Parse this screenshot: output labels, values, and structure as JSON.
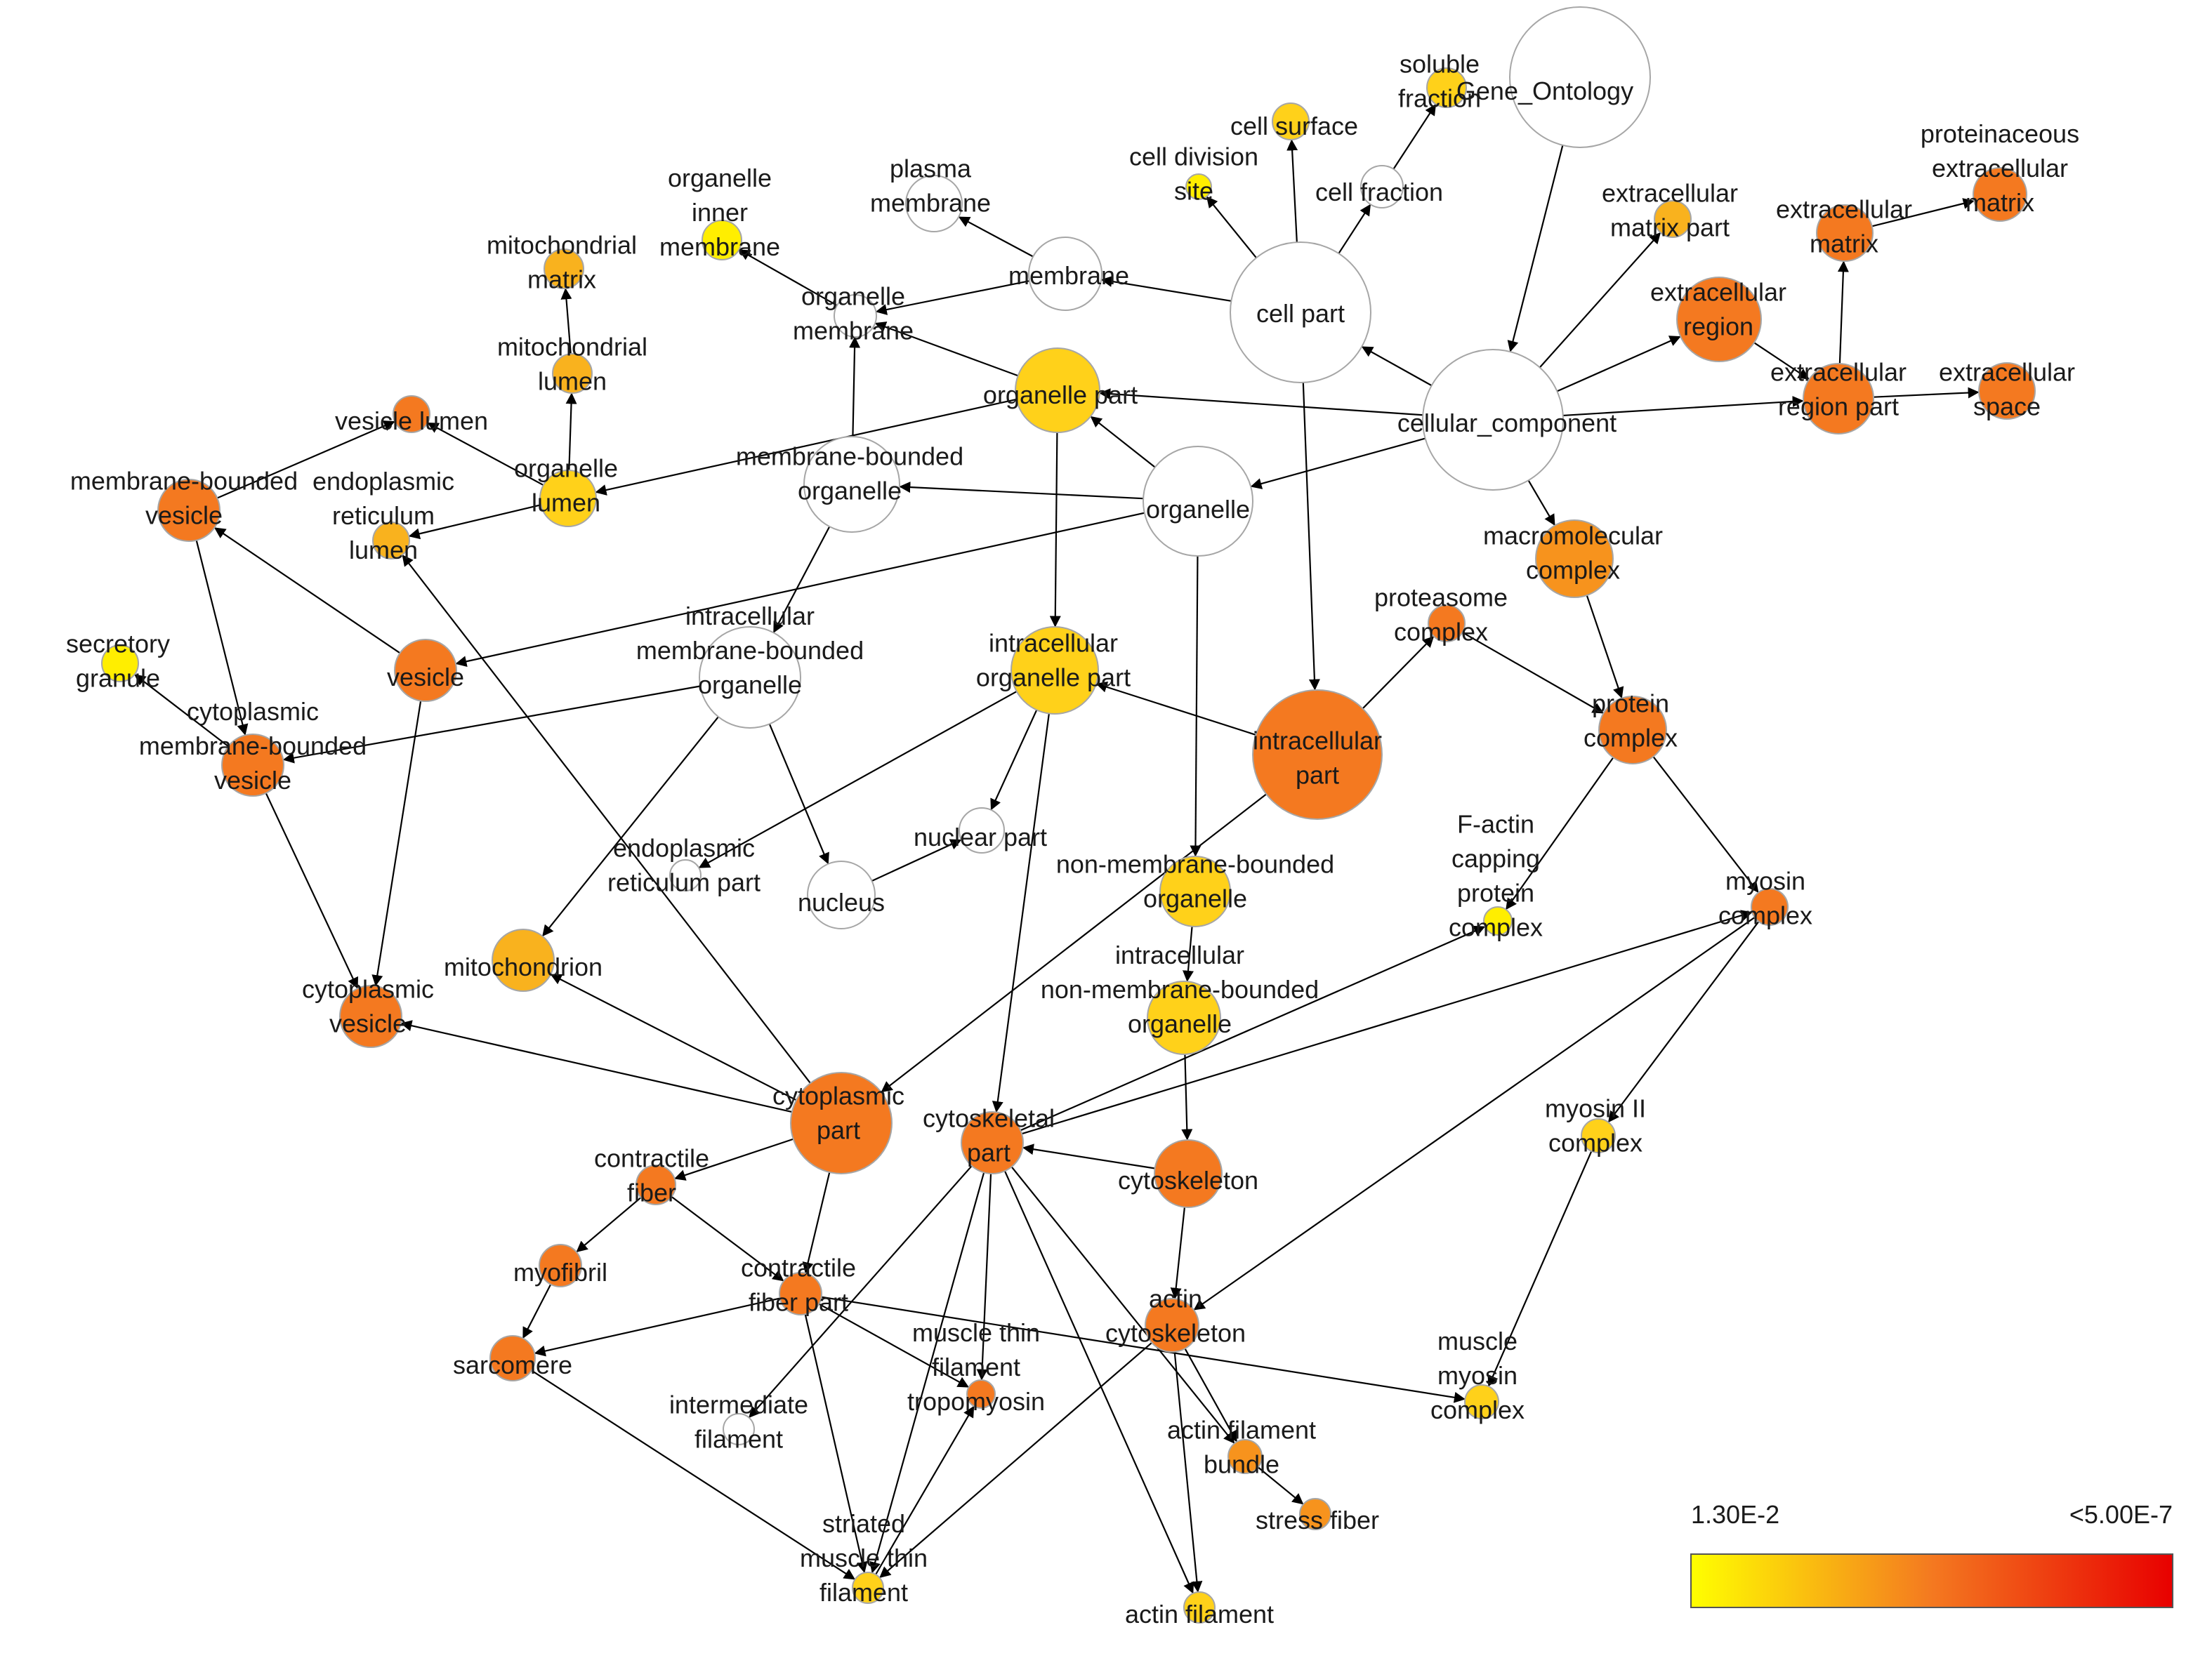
{
  "colors": {
    "none": "#ffffff",
    "yellow": "#ffee00",
    "gold": "#ffd11a",
    "amber": "#f9b21e",
    "orange": "#f7931d",
    "dark_orange": "#f47920",
    "node_border": "#a6a6a6",
    "edge": "#000000",
    "scale_low": "#ffff00",
    "scale_high": "#e80000"
  },
  "legend": {
    "min_label": "1.30E-2",
    "max_label": "<5.00E-7"
  },
  "nodes": [
    {
      "id": "gene_ontology",
      "lines": [
        "Gene_Ontology"
      ],
      "level": "none"
    },
    {
      "id": "cellular_component",
      "lines": [
        "cellular_component"
      ],
      "level": "none"
    },
    {
      "id": "cell_part",
      "lines": [
        "cell part"
      ],
      "level": "none"
    },
    {
      "id": "cell_surface",
      "lines": [
        "cell surface"
      ],
      "level": "gold"
    },
    {
      "id": "soluble_fraction",
      "lines": [
        "soluble",
        "fraction"
      ],
      "level": "gold"
    },
    {
      "id": "cell_fraction",
      "lines": [
        "cell fraction"
      ],
      "level": "none"
    },
    {
      "id": "cell_division_site",
      "lines": [
        "cell division",
        "site"
      ],
      "level": "yellow"
    },
    {
      "id": "plasma_membrane",
      "lines": [
        "plasma",
        "membrane"
      ],
      "level": "none"
    },
    {
      "id": "membrane",
      "lines": [
        "membrane"
      ],
      "level": "none"
    },
    {
      "id": "organelle_inner_membrane",
      "lines": [
        "organelle",
        "inner",
        "membrane"
      ],
      "level": "yellow"
    },
    {
      "id": "organelle_membrane",
      "lines": [
        "organelle",
        "membrane"
      ],
      "level": "none"
    },
    {
      "id": "mitochondrial_matrix",
      "lines": [
        "mitochondrial",
        "matrix"
      ],
      "level": "amber"
    },
    {
      "id": "mitochondrial_lumen",
      "lines": [
        "mitochondrial",
        "lumen"
      ],
      "level": "amber"
    },
    {
      "id": "vesicle_lumen",
      "lines": [
        "vesicle lumen"
      ],
      "level": "dark_orange"
    },
    {
      "id": "organelle_lumen",
      "lines": [
        "organelle",
        "lumen"
      ],
      "level": "gold"
    },
    {
      "id": "er_lumen",
      "lines": [
        "endoplasmic",
        "reticulum",
        "lumen"
      ],
      "level": "amber"
    },
    {
      "id": "membrane_bounded_vesicle",
      "lines": [
        "membrane-bounded",
        "vesicle"
      ],
      "level": "dark_orange"
    },
    {
      "id": "organelle_part",
      "lines": [
        "organelle part"
      ],
      "level": "gold"
    },
    {
      "id": "membrane_bounded_organelle",
      "lines": [
        "membrane-bounded",
        "organelle"
      ],
      "level": "none"
    },
    {
      "id": "organelle",
      "lines": [
        "organelle"
      ],
      "level": "none"
    },
    {
      "id": "extracellular_matrix_part",
      "lines": [
        "extracellular",
        "matrix part"
      ],
      "level": "amber"
    },
    {
      "id": "extracellular_matrix",
      "lines": [
        "extracellular",
        "matrix"
      ],
      "level": "dark_orange"
    },
    {
      "id": "proteinaceous_ecm",
      "lines": [
        "proteinaceous",
        "extracellular",
        "matrix"
      ],
      "level": "dark_orange"
    },
    {
      "id": "extracellular_region",
      "lines": [
        "extracellular",
        "region"
      ],
      "level": "dark_orange"
    },
    {
      "id": "extracellular_region_part",
      "lines": [
        "extracellular",
        "region part"
      ],
      "level": "dark_orange"
    },
    {
      "id": "extracellular_space",
      "lines": [
        "extracellular",
        "space"
      ],
      "level": "dark_orange"
    },
    {
      "id": "macromolecular_complex",
      "lines": [
        "macromolecular",
        "complex"
      ],
      "level": "orange"
    },
    {
      "id": "proteasome_complex",
      "lines": [
        "proteasome",
        "complex"
      ],
      "level": "dark_orange"
    },
    {
      "id": "protein_complex",
      "lines": [
        "protein",
        "complex"
      ],
      "level": "dark_orange"
    },
    {
      "id": "secretory_granule",
      "lines": [
        "secretory",
        "granule"
      ],
      "level": "yellow"
    },
    {
      "id": "vesicle",
      "lines": [
        "vesicle"
      ],
      "level": "dark_orange"
    },
    {
      "id": "cytoplasmic_mb_vesicle",
      "lines": [
        "cytoplasmic",
        "membrane-bounded",
        "vesicle"
      ],
      "level": "dark_orange"
    },
    {
      "id": "intracellular_mb_organelle",
      "lines": [
        "intracellular",
        "membrane-bounded",
        "organelle"
      ],
      "level": "none"
    },
    {
      "id": "intracellular_organelle_part",
      "lines": [
        "intracellular",
        "organelle part"
      ],
      "level": "gold"
    },
    {
      "id": "intracellular_part",
      "lines": [
        "intracellular",
        "part"
      ],
      "level": "dark_orange"
    },
    {
      "id": "nuclear_part",
      "lines": [
        "nuclear part"
      ],
      "level": "none"
    },
    {
      "id": "nucleus",
      "lines": [
        "nucleus"
      ],
      "level": "none"
    },
    {
      "id": "er_part",
      "lines": [
        "endoplasmic",
        "reticulum part"
      ],
      "level": "none"
    },
    {
      "id": "non_mb_organelle",
      "lines": [
        "non-membrane-bounded",
        "organelle"
      ],
      "level": "gold"
    },
    {
      "id": "f_actin_capping",
      "lines": [
        "F-actin",
        "capping",
        "protein",
        "complex"
      ],
      "level": "yellow"
    },
    {
      "id": "myosin_complex",
      "lines": [
        "myosin",
        "complex"
      ],
      "level": "dark_orange"
    },
    {
      "id": "mitochondrion",
      "lines": [
        "mitochondrion"
      ],
      "level": "amber"
    },
    {
      "id": "cytoplasmic_vesicle",
      "lines": [
        "cytoplasmic",
        "vesicle"
      ],
      "level": "dark_orange"
    },
    {
      "id": "intracellular_non_mb_organelle",
      "lines": [
        "intracellular",
        "non-membrane-bounded",
        "organelle"
      ],
      "level": "gold"
    },
    {
      "id": "myosin_ii_complex",
      "lines": [
        "myosin II",
        "complex"
      ],
      "level": "gold"
    },
    {
      "id": "cytoplasmic_part",
      "lines": [
        "cytoplasmic",
        "part"
      ],
      "level": "dark_orange"
    },
    {
      "id": "cytoskeletal_part",
      "lines": [
        "cytoskeletal",
        "part"
      ],
      "level": "dark_orange"
    },
    {
      "id": "cytoskeleton",
      "lines": [
        "cytoskeleton"
      ],
      "level": "dark_orange"
    },
    {
      "id": "contractile_fiber",
      "lines": [
        "contractile",
        "fiber"
      ],
      "level": "dark_orange"
    },
    {
      "id": "myofibril",
      "lines": [
        "myofibril"
      ],
      "level": "dark_orange"
    },
    {
      "id": "contractile_fiber_part",
      "lines": [
        "contractile",
        "fiber part"
      ],
      "level": "dark_orange"
    },
    {
      "id": "actin_cytoskeleton",
      "lines": [
        "actin",
        "cytoskeleton"
      ],
      "level": "dark_orange"
    },
    {
      "id": "sarcomere",
      "lines": [
        "sarcomere"
      ],
      "level": "dark_orange"
    },
    {
      "id": "muscle_thin_filament_tropomyosin",
      "lines": [
        "muscle thin",
        "filament",
        "tropomyosin"
      ],
      "level": "dark_orange"
    },
    {
      "id": "intermediate_filament",
      "lines": [
        "intermediate",
        "filament"
      ],
      "level": "none"
    },
    {
      "id": "muscle_myosin_complex",
      "lines": [
        "muscle",
        "myosin",
        "complex"
      ],
      "level": "gold"
    },
    {
      "id": "actin_filament_bundle",
      "lines": [
        "actin filament",
        "bundle"
      ],
      "level": "orange"
    },
    {
      "id": "stress_fiber",
      "lines": [
        "stress fiber"
      ],
      "level": "orange"
    },
    {
      "id": "striated_muscle_thin_filament",
      "lines": [
        "striated",
        "muscle thin",
        "filament"
      ],
      "level": "gold"
    },
    {
      "id": "actin_filament",
      "lines": [
        "actin filament"
      ],
      "level": "gold"
    }
  ],
  "edges": [
    [
      "gene_ontology",
      "cellular_component"
    ],
    [
      "cellular_component",
      "cell_part"
    ],
    [
      "cellular_component",
      "organelle_part"
    ],
    [
      "cellular_component",
      "organelle"
    ],
    [
      "cellular_component",
      "extracellular_region"
    ],
    [
      "cellular_component",
      "extracellular_region_part"
    ],
    [
      "cellular_component",
      "extracellular_matrix_part"
    ],
    [
      "cellular_component",
      "macromolecular_complex"
    ],
    [
      "cell_part",
      "cell_surface"
    ],
    [
      "cell_part",
      "cell_division_site"
    ],
    [
      "cell_part",
      "cell_fraction"
    ],
    [
      "cell_part",
      "membrane"
    ],
    [
      "cell_part",
      "intracellular_part"
    ],
    [
      "cell_fraction",
      "soluble_fraction"
    ],
    [
      "membrane",
      "plasma_membrane"
    ],
    [
      "membrane",
      "organelle_membrane"
    ],
    [
      "organelle_membrane",
      "organelle_inner_membrane"
    ],
    [
      "organelle_part",
      "organelle_membrane"
    ],
    [
      "organelle_part",
      "organelle_lumen"
    ],
    [
      "organelle_part",
      "intracellular_organelle_part"
    ],
    [
      "organelle",
      "organelle_part"
    ],
    [
      "organelle",
      "membrane_bounded_organelle"
    ],
    [
      "organelle",
      "vesicle"
    ],
    [
      "organelle",
      "non_mb_organelle"
    ],
    [
      "membrane_bounded_organelle",
      "organelle_membrane"
    ],
    [
      "membrane_bounded_organelle",
      "intracellular_mb_organelle"
    ],
    [
      "organelle_lumen",
      "vesicle_lumen"
    ],
    [
      "organelle_lumen",
      "mitochondrial_lumen"
    ],
    [
      "organelle_lumen",
      "er_lumen"
    ],
    [
      "mitochondrial_lumen",
      "mitochondrial_matrix"
    ],
    [
      "membrane_bounded_vesicle",
      "vesicle_lumen"
    ],
    [
      "membrane_bounded_vesicle",
      "cytoplasmic_mb_vesicle"
    ],
    [
      "extracellular_region",
      "extracellular_region_part"
    ],
    [
      "extracellular_region_part",
      "extracellular_space"
    ],
    [
      "extracellular_region_part",
      "extracellular_matrix"
    ],
    [
      "extracellular_matrix",
      "proteinaceous_ecm"
    ],
    [
      "macromolecular_complex",
      "protein_complex"
    ],
    [
      "intracellular_part",
      "proteasome_complex"
    ],
    [
      "intracellular_part",
      "intracellular_organelle_part"
    ],
    [
      "intracellular_part",
      "cytoplasmic_part"
    ],
    [
      "proteasome_complex",
      "protein_complex"
    ],
    [
      "protein_complex",
      "myosin_complex"
    ],
    [
      "protein_complex",
      "f_actin_capping"
    ],
    [
      "vesicle",
      "membrane_bounded_vesicle"
    ],
    [
      "vesicle",
      "cytoplasmic_vesicle"
    ],
    [
      "cytoplasmic_mb_vesicle",
      "secretory_granule"
    ],
    [
      "cytoplasmic_mb_vesicle",
      "cytoplasmic_vesicle"
    ],
    [
      "intracellular_mb_organelle",
      "cytoplasmic_mb_vesicle"
    ],
    [
      "intracellular_mb_organelle",
      "nucleus"
    ],
    [
      "intracellular_mb_organelle",
      "mitochondrion"
    ],
    [
      "intracellular_organelle_part",
      "nuclear_part"
    ],
    [
      "intracellular_organelle_part",
      "er_part"
    ],
    [
      "intracellular_organelle_part",
      "cytoskeletal_part"
    ],
    [
      "nucleus",
      "nuclear_part"
    ],
    [
      "non_mb_organelle",
      "intracellular_non_mb_organelle"
    ],
    [
      "intracellular_non_mb_organelle",
      "cytoskeleton"
    ],
    [
      "cytoplasmic_part",
      "er_lumen"
    ],
    [
      "cytoplasmic_part",
      "mitochondrion"
    ],
    [
      "cytoplasmic_part",
      "cytoplasmic_vesicle"
    ],
    [
      "cytoplasmic_part",
      "contractile_fiber"
    ],
    [
      "cytoplasmic_part",
      "contractile_fiber_part"
    ],
    [
      "cytoskeleton",
      "cytoskeletal_part"
    ],
    [
      "cytoskeleton",
      "actin_cytoskeleton"
    ],
    [
      "cytoskeletal_part",
      "f_actin_capping"
    ],
    [
      "cytoskeletal_part",
      "myosin_complex"
    ],
    [
      "cytoskeletal_part",
      "intermediate_filament"
    ],
    [
      "cytoskeletal_part",
      "muscle_thin_filament_tropomyosin"
    ],
    [
      "cytoskeletal_part",
      "striated_muscle_thin_filament"
    ],
    [
      "cytoskeletal_part",
      "actin_filament_bundle"
    ],
    [
      "cytoskeletal_part",
      "actin_filament"
    ],
    [
      "myosin_complex",
      "actin_cytoskeleton"
    ],
    [
      "myosin_complex",
      "myosin_ii_complex"
    ],
    [
      "myosin_ii_complex",
      "muscle_myosin_complex"
    ],
    [
      "contractile_fiber",
      "myofibril"
    ],
    [
      "contractile_fiber",
      "contractile_fiber_part"
    ],
    [
      "myofibril",
      "sarcomere"
    ],
    [
      "contractile_fiber_part",
      "sarcomere"
    ],
    [
      "contractile_fiber_part",
      "muscle_myosin_complex"
    ],
    [
      "contractile_fiber_part",
      "muscle_thin_filament_tropomyosin"
    ],
    [
      "contractile_fiber_part",
      "striated_muscle_thin_filament"
    ],
    [
      "sarcomere",
      "striated_muscle_thin_filament"
    ],
    [
      "actin_cytoskeleton",
      "actin_filament_bundle"
    ],
    [
      "actin_cytoskeleton",
      "actin_filament"
    ],
    [
      "actin_cytoskeleton",
      "striated_muscle_thin_filament"
    ],
    [
      "actin_filament_bundle",
      "stress_fiber"
    ],
    [
      "striated_muscle_thin_filament",
      "muscle_thin_filament_tropomyosin"
    ]
  ]
}
